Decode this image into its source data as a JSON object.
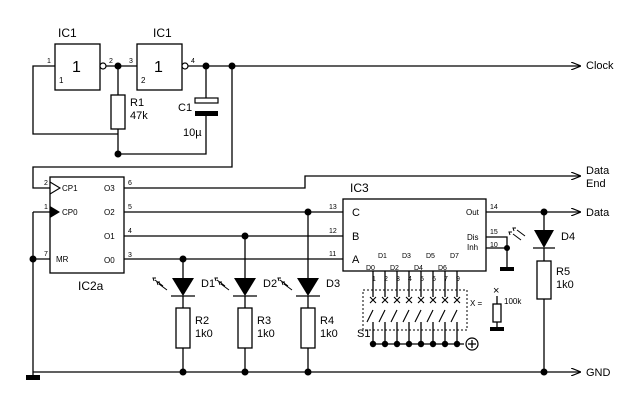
{
  "ic1": {
    "name_a": "IC1",
    "name_b": "IC1",
    "gate_a": "1",
    "gate_b": "1",
    "num_a": "1",
    "num_b": "2",
    "pin1": "1",
    "pin2": "2",
    "pin3": "3",
    "pin4": "4"
  },
  "r1": {
    "name": "R1",
    "value": "47k"
  },
  "c1": {
    "name": "C1",
    "value": "10µ"
  },
  "ic2": {
    "name": "IC2a",
    "pins_left": [
      {
        "num": "2",
        "label": "CP1"
      },
      {
        "num": "1",
        "label": "CP0"
      },
      {
        "num": "7",
        "label": "MR"
      }
    ],
    "pins_right": [
      {
        "num": "6",
        "label": "O3"
      },
      {
        "num": "5",
        "label": "O2"
      },
      {
        "num": "4",
        "label": "O1"
      },
      {
        "num": "3",
        "label": "O0"
      }
    ]
  },
  "ic3": {
    "name": "IC3",
    "inputs": [
      {
        "num": "13",
        "label": "C"
      },
      {
        "num": "12",
        "label": "B"
      },
      {
        "num": "11",
        "label": "A"
      }
    ],
    "out_label": "Out",
    "out_pin": "14",
    "dis_label": "Dis",
    "dis_pin": "15",
    "inh_label": "Inh",
    "inh_pin": "10",
    "data_labels": [
      "D0",
      "D1",
      "D2",
      "D3",
      "D4",
      "D5",
      "D6",
      "D7"
    ],
    "data_pins": [
      "1",
      "2",
      "3",
      "4",
      "5",
      "6",
      "7",
      "9"
    ]
  },
  "switch": {
    "name": "S1"
  },
  "resistor_100k": {
    "x_label": "X =",
    "value": "100k",
    "mark": "×"
  },
  "leds": [
    {
      "name": "D1"
    },
    {
      "name": "D2"
    },
    {
      "name": "D3"
    },
    {
      "name": "D4"
    }
  ],
  "resistors": [
    {
      "name": "R2",
      "value": "1k0"
    },
    {
      "name": "R3",
      "value": "1k0"
    },
    {
      "name": "R4",
      "value": "1k0"
    },
    {
      "name": "R5",
      "value": "1k0"
    }
  ],
  "outputs": {
    "clock": "Clock",
    "data_end_1": "Data",
    "data_end_2": "End",
    "data": "Data",
    "gnd": "GND"
  }
}
